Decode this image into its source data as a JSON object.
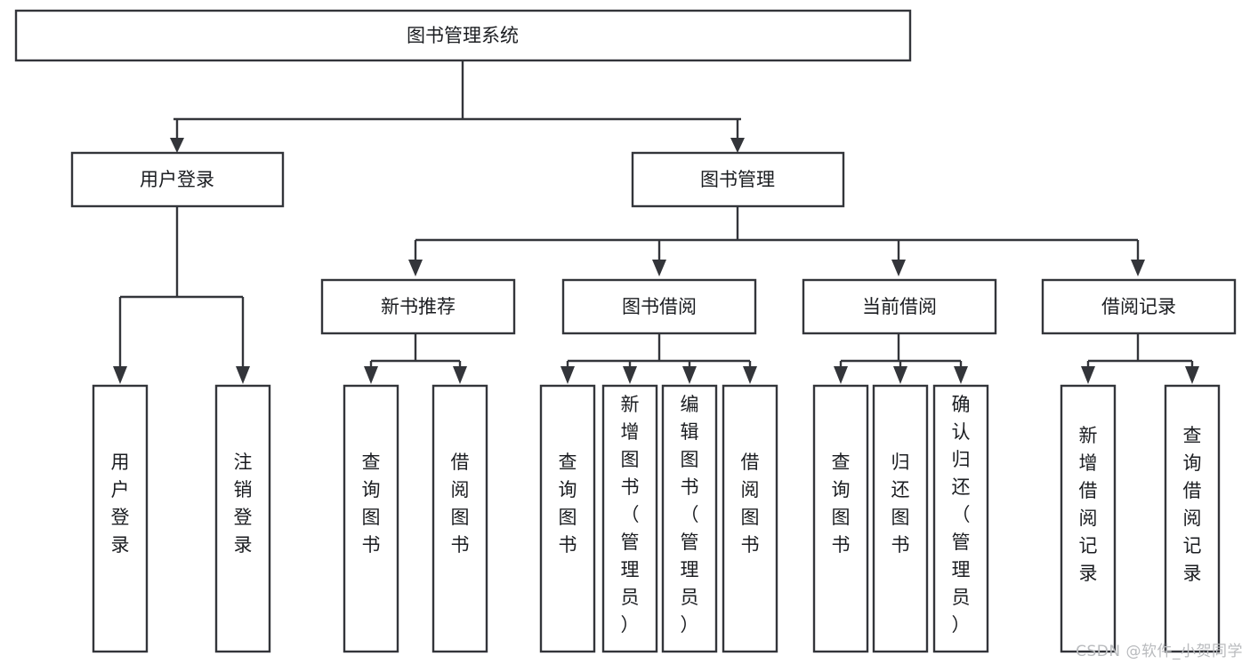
{
  "diagram": {
    "type": "tree-hierarchy",
    "title": "图书管理系统",
    "watermark": "CSDN @软件_小贺同学",
    "colors": {
      "stroke": "#33353a",
      "box_fill": "#ffffff",
      "text": "#1b1d21",
      "watermark": "#b9bbbe",
      "background": "#ffffff"
    },
    "levels": [
      {
        "level": 1,
        "nodes": [
          {
            "id": "root",
            "label": "图书管理系统",
            "orientation": "horizontal"
          }
        ]
      },
      {
        "level": 2,
        "nodes": [
          {
            "id": "user-login",
            "label": "用户登录",
            "orientation": "horizontal",
            "parent": "root"
          },
          {
            "id": "book-manage",
            "label": "图书管理",
            "orientation": "horizontal",
            "parent": "root"
          }
        ]
      },
      {
        "level": 3,
        "nodes": [
          {
            "id": "new-book-rec",
            "label": "新书推荐",
            "orientation": "horizontal",
            "parent": "book-manage"
          },
          {
            "id": "book-borrow",
            "label": "图书借阅",
            "orientation": "horizontal",
            "parent": "book-manage"
          },
          {
            "id": "current-borrow",
            "label": "当前借阅",
            "orientation": "horizontal",
            "parent": "book-manage"
          },
          {
            "id": "borrow-record",
            "label": "借阅记录",
            "orientation": "horizontal",
            "parent": "book-manage"
          }
        ]
      },
      {
        "level": 4,
        "nodes": [
          {
            "id": "leaf-user-login",
            "label": "用户登录",
            "orientation": "vertical",
            "parent": "user-login"
          },
          {
            "id": "leaf-logout",
            "label": "注销登录",
            "orientation": "vertical",
            "parent": "user-login"
          },
          {
            "id": "leaf-query-book-1",
            "label": "查询图书",
            "orientation": "vertical",
            "parent": "new-book-rec"
          },
          {
            "id": "leaf-borrow-book-1",
            "label": "借阅图书",
            "orientation": "vertical",
            "parent": "new-book-rec"
          },
          {
            "id": "leaf-query-book-2",
            "label": "查询图书",
            "orientation": "vertical",
            "parent": "book-borrow"
          },
          {
            "id": "leaf-add-book",
            "label": "新增图书（管理员）",
            "orientation": "vertical",
            "parent": "book-borrow"
          },
          {
            "id": "leaf-edit-book",
            "label": "编辑图书（管理员）",
            "orientation": "vertical",
            "parent": "book-borrow"
          },
          {
            "id": "leaf-borrow-book-2",
            "label": "借阅图书",
            "orientation": "vertical",
            "parent": "book-borrow"
          },
          {
            "id": "leaf-query-book-3",
            "label": "查询图书",
            "orientation": "vertical",
            "parent": "current-borrow"
          },
          {
            "id": "leaf-return-book",
            "label": "归还图书",
            "orientation": "vertical",
            "parent": "current-borrow"
          },
          {
            "id": "leaf-confirm-return",
            "label": "确认归还（管理员）",
            "orientation": "vertical",
            "parent": "current-borrow"
          },
          {
            "id": "leaf-add-record",
            "label": "新增借阅记录",
            "orientation": "vertical",
            "parent": "borrow-record"
          },
          {
            "id": "leaf-query-record",
            "label": "查询借阅记录",
            "orientation": "vertical",
            "parent": "borrow-record"
          }
        ]
      }
    ],
    "labels": {
      "root": "图书管理系统",
      "user_login": "用户登录",
      "book_manage": "图书管理",
      "new_book_rec": "新书推荐",
      "book_borrow": "图书借阅",
      "current_borrow": "当前借阅",
      "borrow_record": "借阅记录",
      "leaf_user_login": "用户登录",
      "leaf_logout": "注销登录",
      "leaf_query_book_1": "查询图书",
      "leaf_borrow_book_1": "借阅图书",
      "leaf_query_book_2": "查询图书",
      "leaf_add_book": "新增图书（管理员）",
      "leaf_edit_book": "编辑图书（管理员）",
      "leaf_borrow_book_2": "借阅图书",
      "leaf_query_book_3": "查询图书",
      "leaf_return_book": "归还图书",
      "leaf_confirm_return": "确认归还（管理员）",
      "leaf_add_record": "新增借阅记录",
      "leaf_query_record": "查询借阅记录"
    }
  }
}
